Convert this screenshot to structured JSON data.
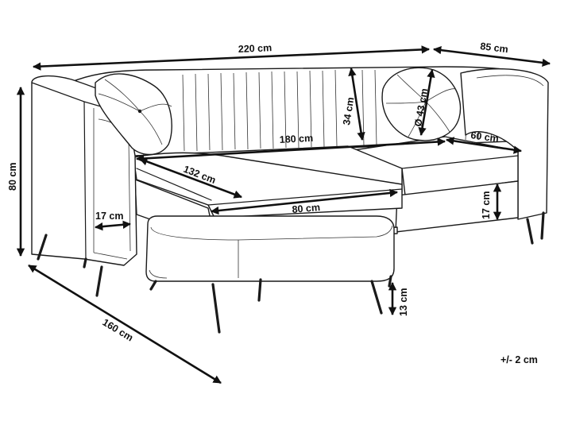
{
  "dimensions": {
    "width_total": "220 cm",
    "depth_total": "85 cm",
    "height_total": "80 cm",
    "chaise_length": "160 cm",
    "back_height": "34 cm",
    "pillow_diameter": "Ø 43 cm",
    "seat_width": "180 cm",
    "seat_depth": "60 cm",
    "chaise_seat_depth": "132 cm",
    "ottoman_width": "80 cm",
    "armrest_width": "17 cm",
    "seat_height": "17 cm",
    "leg_height": "13 cm"
  },
  "tolerance": "+/- 2 cm",
  "colors": {
    "line": "#1a1a1a",
    "fill": "#ffffff"
  }
}
